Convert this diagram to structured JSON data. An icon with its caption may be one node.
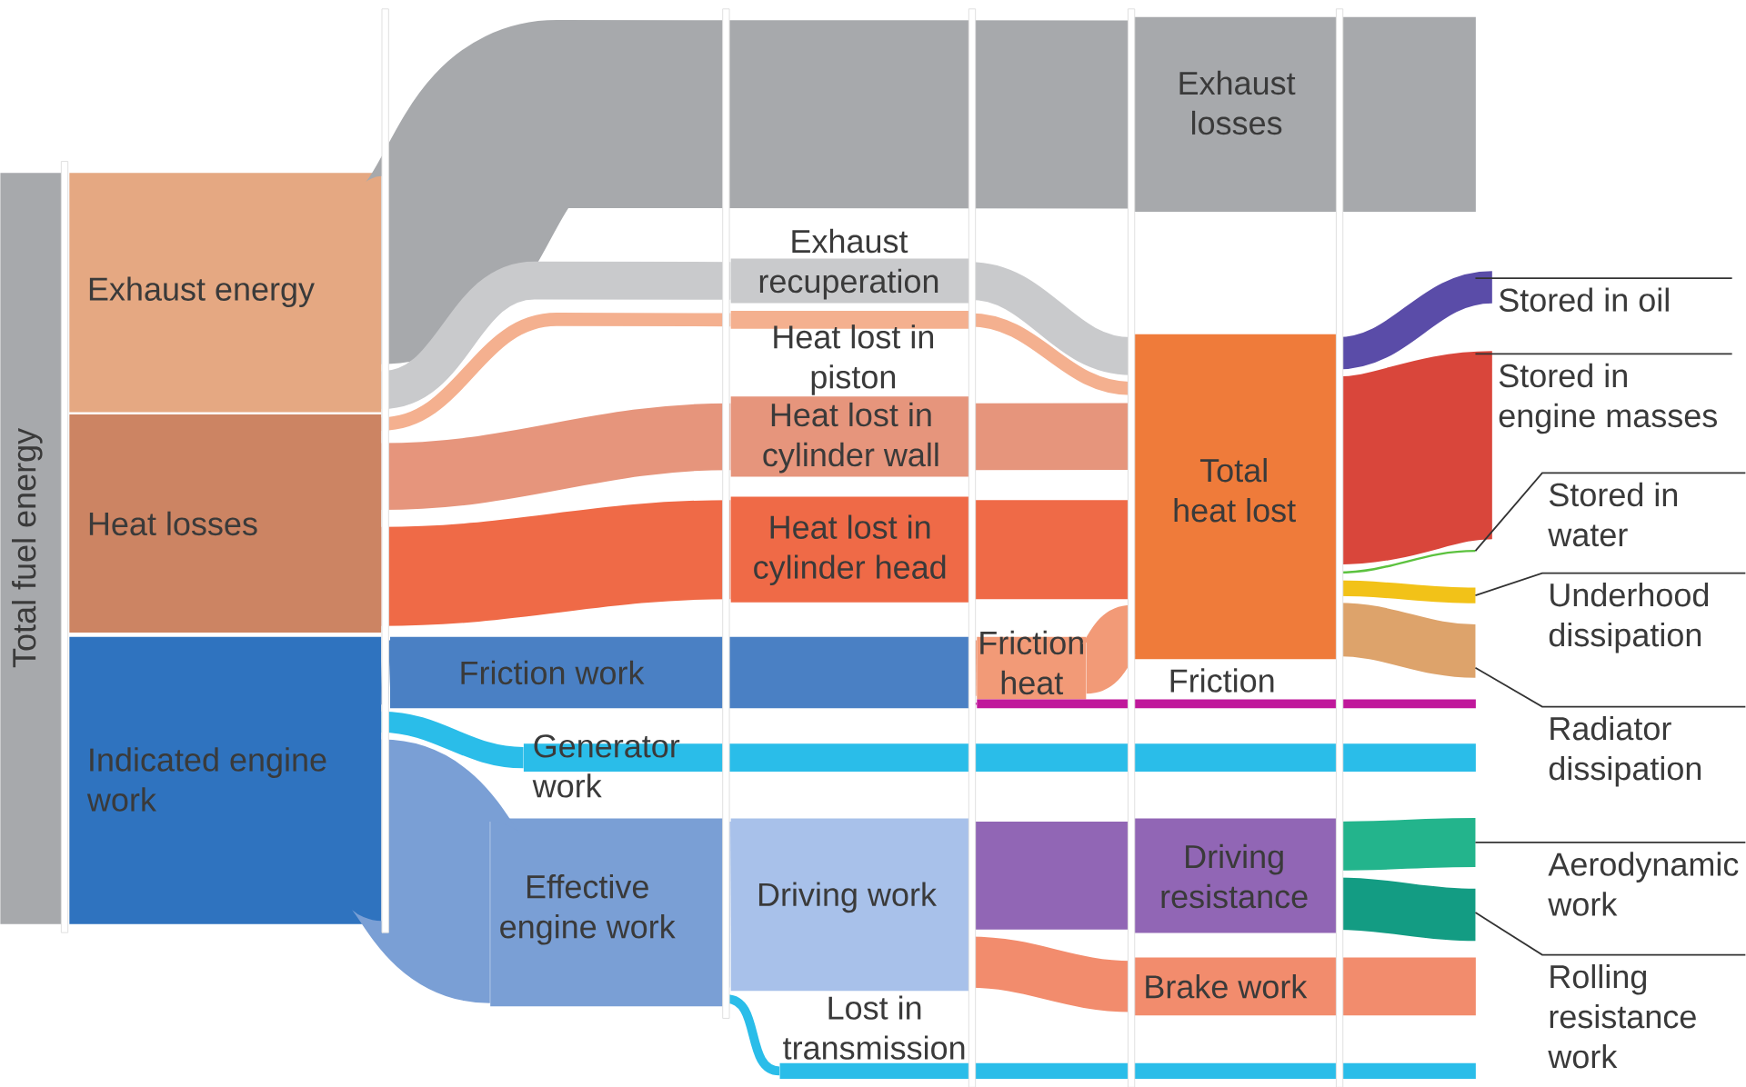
{
  "diagram": {
    "nodes": [
      {
        "text": [
          "Total fuel energy"
        ]
      },
      {
        "text": [
          "Exhaust energy"
        ]
      },
      {
        "text": [
          "Heat losses"
        ]
      },
      {
        "text": [
          "Indicated engine work"
        ]
      },
      {
        "text": [
          "Friction work"
        ]
      },
      {
        "text": [
          "Generator work"
        ]
      },
      {
        "text": [
          "Effective engine work"
        ]
      },
      {
        "text": [
          "Exhaust recuperation"
        ]
      },
      {
        "text": [
          "Heat lost in piston"
        ]
      },
      {
        "text": [
          "Heat lost in cylinder wall"
        ]
      },
      {
        "text": [
          "Heat lost in cylinder head"
        ]
      },
      {
        "text": [
          "Driving work"
        ]
      },
      {
        "text": [
          "Lost in transmission"
        ]
      },
      {
        "text": [
          "Friction heat"
        ]
      },
      {
        "text": [
          "Exhaust losses"
        ]
      },
      {
        "text": [
          "Total heat lost"
        ]
      },
      {
        "text": [
          "Friction"
        ]
      },
      {
        "text": [
          "Driving resistance"
        ]
      },
      {
        "text": [
          "Brake work"
        ]
      },
      {
        "text": [
          "Stored in oil"
        ]
      },
      {
        "text": [
          "Stored in engine masses"
        ]
      },
      {
        "text": [
          "Stored in water"
        ]
      },
      {
        "text": [
          "Underhood dissipation"
        ]
      },
      {
        "text": [
          "Radiator dissipation"
        ]
      },
      {
        "text": [
          "Aerodynamic work"
        ]
      },
      {
        "text": [
          "Rolling resistance work"
        ]
      }
    ],
    "edges": [
      {
        "from": 1,
        "to": 14,
        "arrow": "none",
        "style": "thick",
        "color": "#a7a9ac"
      },
      {
        "from": 1,
        "to": 7,
        "arrow": "none",
        "color": "#c9cacc"
      },
      {
        "from": 2,
        "to": 8,
        "arrow": "none",
        "color": "#f4b08f"
      },
      {
        "from": 2,
        "to": 9,
        "arrow": "none",
        "color": "#e6957c"
      },
      {
        "from": 2,
        "to": 10,
        "arrow": "none",
        "style": "thick",
        "color": "#ef6a47"
      },
      {
        "from": 3,
        "to": 4,
        "arrow": "none",
        "color": "#4a80c4"
      },
      {
        "from": 3,
        "to": 5,
        "arrow": "none",
        "color": "#2abde9"
      },
      {
        "from": 3,
        "to": 6,
        "arrow": "none",
        "style": "thick",
        "color": "#7a9fd5"
      },
      {
        "from": 4,
        "to": 13,
        "arrow": "none",
        "color": "#f29a77"
      },
      {
        "from": 4,
        "to": 16,
        "arrow": "none",
        "color": "#c0189b"
      },
      {
        "from": 6,
        "to": 11,
        "arrow": "none",
        "style": "thick",
        "color": "#a8c1ea"
      },
      {
        "from": 6,
        "to": 12,
        "arrow": "none",
        "color": "#2abde9"
      },
      {
        "from": 7,
        "to": 15,
        "arrow": "none",
        "color": "#c9cacc"
      },
      {
        "from": 8,
        "to": 15,
        "arrow": "none",
        "color": "#f4b08f"
      },
      {
        "from": 9,
        "to": 15,
        "arrow": "none",
        "color": "#e6957c"
      },
      {
        "from": 10,
        "to": 15,
        "arrow": "none",
        "style": "thick",
        "color": "#ef6a47"
      },
      {
        "from": 13,
        "to": 15,
        "arrow": "none",
        "color": "#f29a77"
      },
      {
        "from": 11,
        "to": 17,
        "arrow": "none",
        "style": "thick",
        "color": "#9166b5"
      },
      {
        "from": 11,
        "to": 18,
        "arrow": "none",
        "color": "#f28c6d"
      },
      {
        "from": 15,
        "to": 19,
        "arrow": "none",
        "color": "#5a4ca8"
      },
      {
        "from": 15,
        "to": 20,
        "arrow": "none",
        "style": "thick",
        "color": "#d9463b"
      },
      {
        "from": 15,
        "to": null,
        "arrow": "none",
        "color": "#5cc23f"
      },
      {
        "from": 15,
        "to": null,
        "arrow": "none",
        "color": "#f2c218"
      },
      {
        "from": 15,
        "to": null,
        "arrow": "none",
        "color": "#dda36b"
      },
      {
        "from": 17,
        "to": null,
        "arrow": "none",
        "color": "#23b48c"
      },
      {
        "from": 17,
        "to": null,
        "arrow": "none",
        "color": "#139c83"
      },
      {
        "from": 19,
        "to": null,
        "arrow": "none"
      },
      {
        "from": 20,
        "to": null,
        "arrow": "none"
      },
      {
        "from": 21,
        "to": null,
        "arrow": "none"
      },
      {
        "from": 22,
        "to": null,
        "arrow": "none"
      },
      {
        "from": 23,
        "to": null,
        "arrow": "none"
      },
      {
        "from": 24,
        "to": null,
        "arrow": "none"
      },
      {
        "from": 25,
        "to": null,
        "arrow": "none"
      }
    ]
  }
}
